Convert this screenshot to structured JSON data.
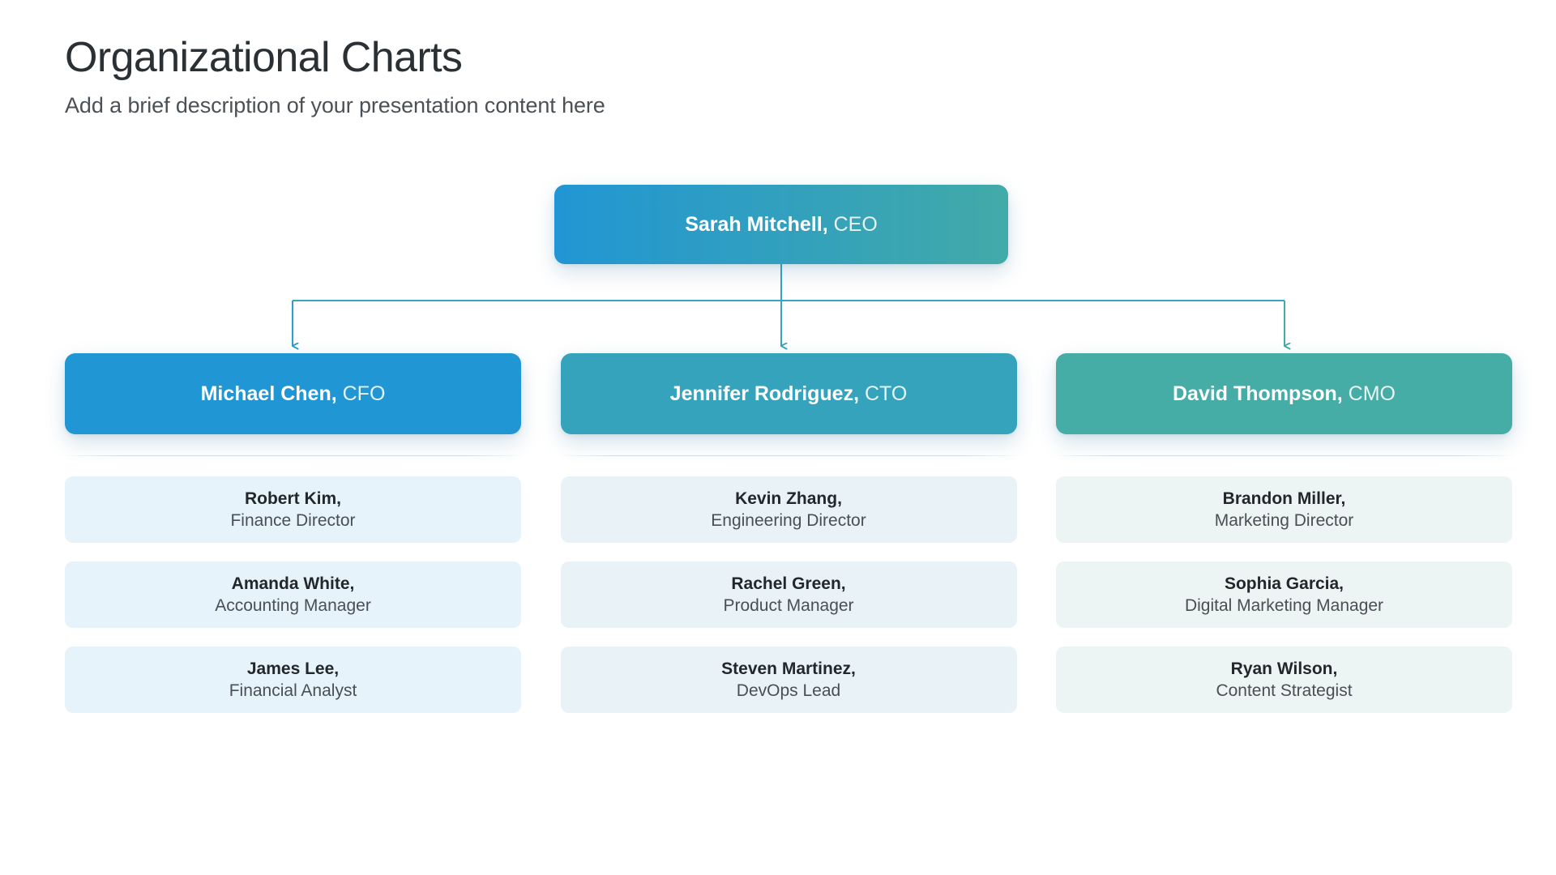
{
  "header": {
    "title": "Organizational Charts",
    "subtitle": "Add a brief description of your presentation content here"
  },
  "chart_data": {
    "type": "diagram",
    "diagram_type": "organizational-chart",
    "title": "Organizational Charts",
    "subtitle": "Add a brief description of your presentation content here",
    "levels": 3,
    "root": {
      "name": "Sarah Mitchell,",
      "role": "CEO",
      "name_plain": "Sarah Mitchell",
      "color_start": "#2196d4",
      "color_end": "#42aaa8"
    },
    "branches": [
      {
        "name": "Michael Chen,",
        "role": "CFO",
        "name_plain": "Michael Chen",
        "color": "#2196d4",
        "connector_color": "#2e9ed2",
        "card_bg": "#e6f3fa",
        "reports": [
          {
            "name": "Robert Kim,",
            "role": "Finance Director"
          },
          {
            "name": "Amanda White,",
            "role": "Accounting Manager"
          },
          {
            "name": "James Lee,",
            "role": "Financial Analyst"
          }
        ]
      },
      {
        "name": "Jennifer Rodriguez,",
        "role": "CTO",
        "name_plain": "Jennifer Rodriguez",
        "color": "#35a3bc",
        "connector_color": "#3aa3c0",
        "card_bg": "#e9f3f7",
        "reports": [
          {
            "name": "Kevin Zhang,",
            "role": "Engineering Director"
          },
          {
            "name": "Rachel Green,",
            "role": "Product Manager"
          },
          {
            "name": "Steven Martinez,",
            "role": "DevOps Lead"
          }
        ]
      },
      {
        "name": "David Thompson,",
        "role": "CMO",
        "name_plain": "David Thompson",
        "color": "#45aca6",
        "connector_color": "#46aba6",
        "card_bg": "#ecf4f4",
        "reports": [
          {
            "name": "Brandon Miller,",
            "role": "Marketing Director"
          },
          {
            "name": "Sophia Garcia,",
            "role": "Digital Marketing Manager"
          },
          {
            "name": "Ryan Wilson,",
            "role": "Content Strategist"
          }
        ]
      }
    ]
  }
}
